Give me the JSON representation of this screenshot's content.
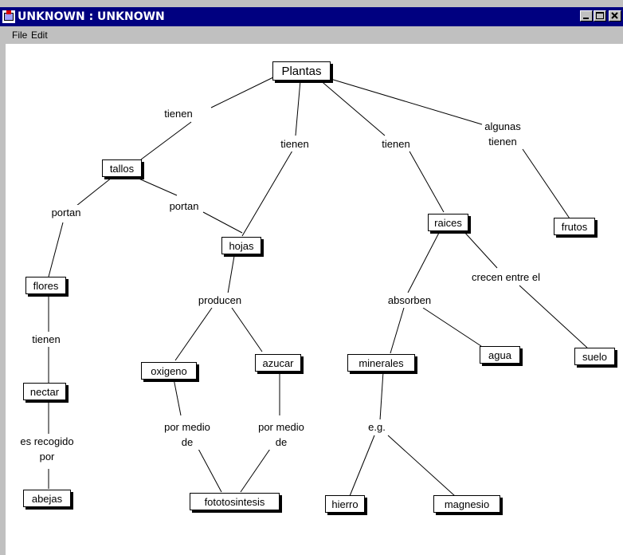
{
  "window": {
    "title": "UNKNOWN : UNKNOWN"
  },
  "menubar": {
    "file": "File",
    "edit": "Edit"
  },
  "concepts": {
    "plantas": "Plantas",
    "tallos": "tallos",
    "hojas": "hojas",
    "raices": "raices",
    "frutos": "frutos",
    "flores": "flores",
    "nectar": "nectar",
    "abejas": "abejas",
    "oxigeno": "oxigeno",
    "azucar": "azucar",
    "fototosintesis": "fototosintesis",
    "minerales": "minerales",
    "agua": "agua",
    "suelo": "suelo",
    "hierro": "hierro",
    "magnesio": "magnesio"
  },
  "links": {
    "tienen_tallos": "tienen",
    "tienen_hojas": "tienen",
    "tienen_raices": "tienen",
    "algunas_tienen": "algunas\ntienen",
    "portan_flores": "portan",
    "portan_hojas": "portan",
    "tienen_nectar": "tienen",
    "es_recogido_por": "es recogido\npor",
    "producen": "producen",
    "por_medio_de_1": "por medio\nde",
    "por_medio_de_2": "por medio\nde",
    "absorben": "absorben",
    "crecen_entre_el": "crecen entre el",
    "eg": "e.g."
  }
}
